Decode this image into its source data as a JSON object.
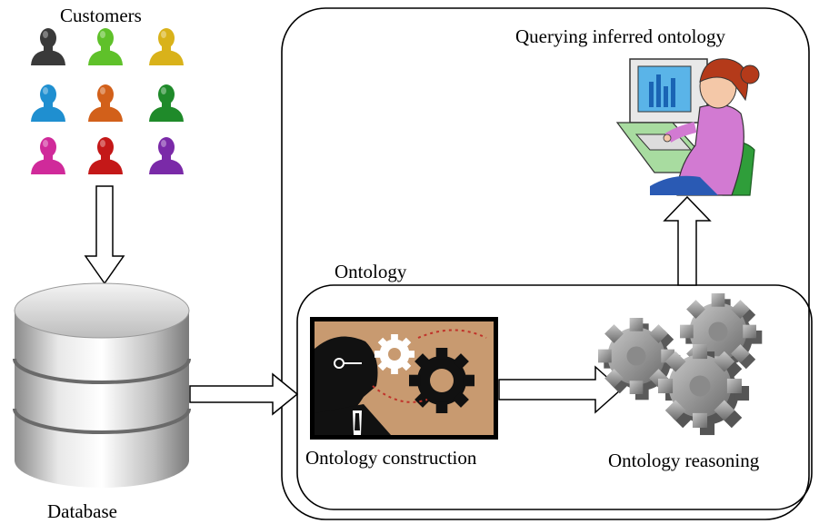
{
  "labels": {
    "customers": "Customers",
    "database": "Database",
    "ontology": "Ontology",
    "querying": "Querying inferred ontology",
    "construction": "Ontology construction",
    "reasoning": "Ontology reasoning"
  },
  "customers": {
    "colors": [
      "#3a3a3a",
      "#5fc12a",
      "#d9b21a",
      "#1f8fd0",
      "#d2601a",
      "#1f8a2a",
      "#d02a9a",
      "#c41818",
      "#7a2aa8"
    ]
  },
  "icons": {
    "customers": "person-icon",
    "database": "database-cylinder-icon",
    "construction": "ontology-construction-gear-icon",
    "reasoning": "gears-icon",
    "querying": "person-at-computer-icon"
  }
}
